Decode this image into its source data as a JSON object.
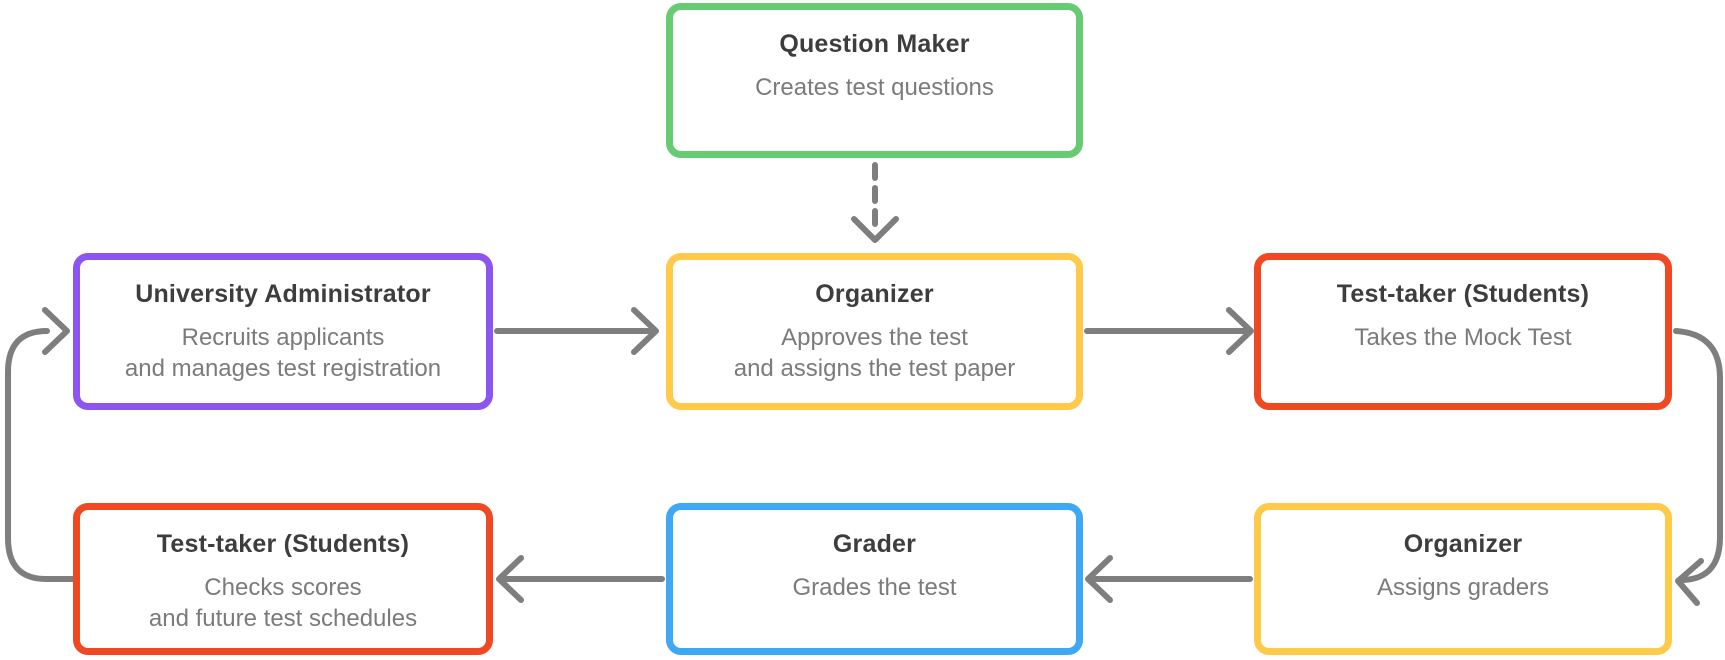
{
  "diagram": {
    "background_color": "#FFFFFF",
    "title_color": "#3D3D3D",
    "description_color": "#7B7B7B",
    "nodes": [
      {
        "id": "question-maker",
        "title": "Question Maker",
        "description": "Creates test questions",
        "border_color": "#66CB72"
      },
      {
        "id": "university-administrator",
        "title": "University Administrator",
        "description": "Recruits applicants\nand manages test registration",
        "border_color": "#8C55F2"
      },
      {
        "id": "organizer-approves",
        "title": "Organizer",
        "description": "Approves the test\nand assigns the test paper",
        "border_color": "#FFC94A"
      },
      {
        "id": "test-taker-mock",
        "title": "Test-taker (Students)",
        "description": "Takes the Mock Test",
        "border_color": "#F04823"
      },
      {
        "id": "test-taker-scores",
        "title": "Test-taker (Students)",
        "description": "Checks scores\nand future test schedules",
        "border_color": "#F04823"
      },
      {
        "id": "grader",
        "title": "Grader",
        "description": "Grades the test",
        "border_color": "#3FA8F4"
      },
      {
        "id": "organizer-assigns",
        "title": "Organizer",
        "description": "Assigns graders",
        "border_color": "#FFC94A"
      }
    ],
    "arrows": {
      "color": "#7E7E7E",
      "edges": [
        {
          "from": "question-maker",
          "to": "organizer-approves",
          "style": "dashed"
        },
        {
          "from": "university-administrator",
          "to": "organizer-approves",
          "style": "solid"
        },
        {
          "from": "organizer-approves",
          "to": "test-taker-mock",
          "style": "solid"
        },
        {
          "from": "test-taker-mock",
          "to": "organizer-assigns",
          "style": "solid-curved"
        },
        {
          "from": "organizer-assigns",
          "to": "grader",
          "style": "solid"
        },
        {
          "from": "grader",
          "to": "test-taker-scores",
          "style": "solid"
        },
        {
          "from": "test-taker-scores",
          "to": "university-administrator",
          "style": "solid-curved"
        }
      ]
    }
  }
}
